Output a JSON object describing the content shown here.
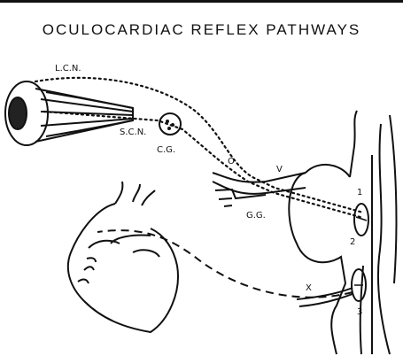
{
  "title": "OCULOCARDIAC REFLEX PATHWAYS",
  "labels": {
    "lcn": "L.C.N.",
    "scn": "S.C.N.",
    "cg": "C.G.",
    "o": "O",
    "v": "V",
    "gg": "G.G.",
    "x": "X",
    "n1": "1",
    "n2": "2",
    "n3": "3"
  }
}
